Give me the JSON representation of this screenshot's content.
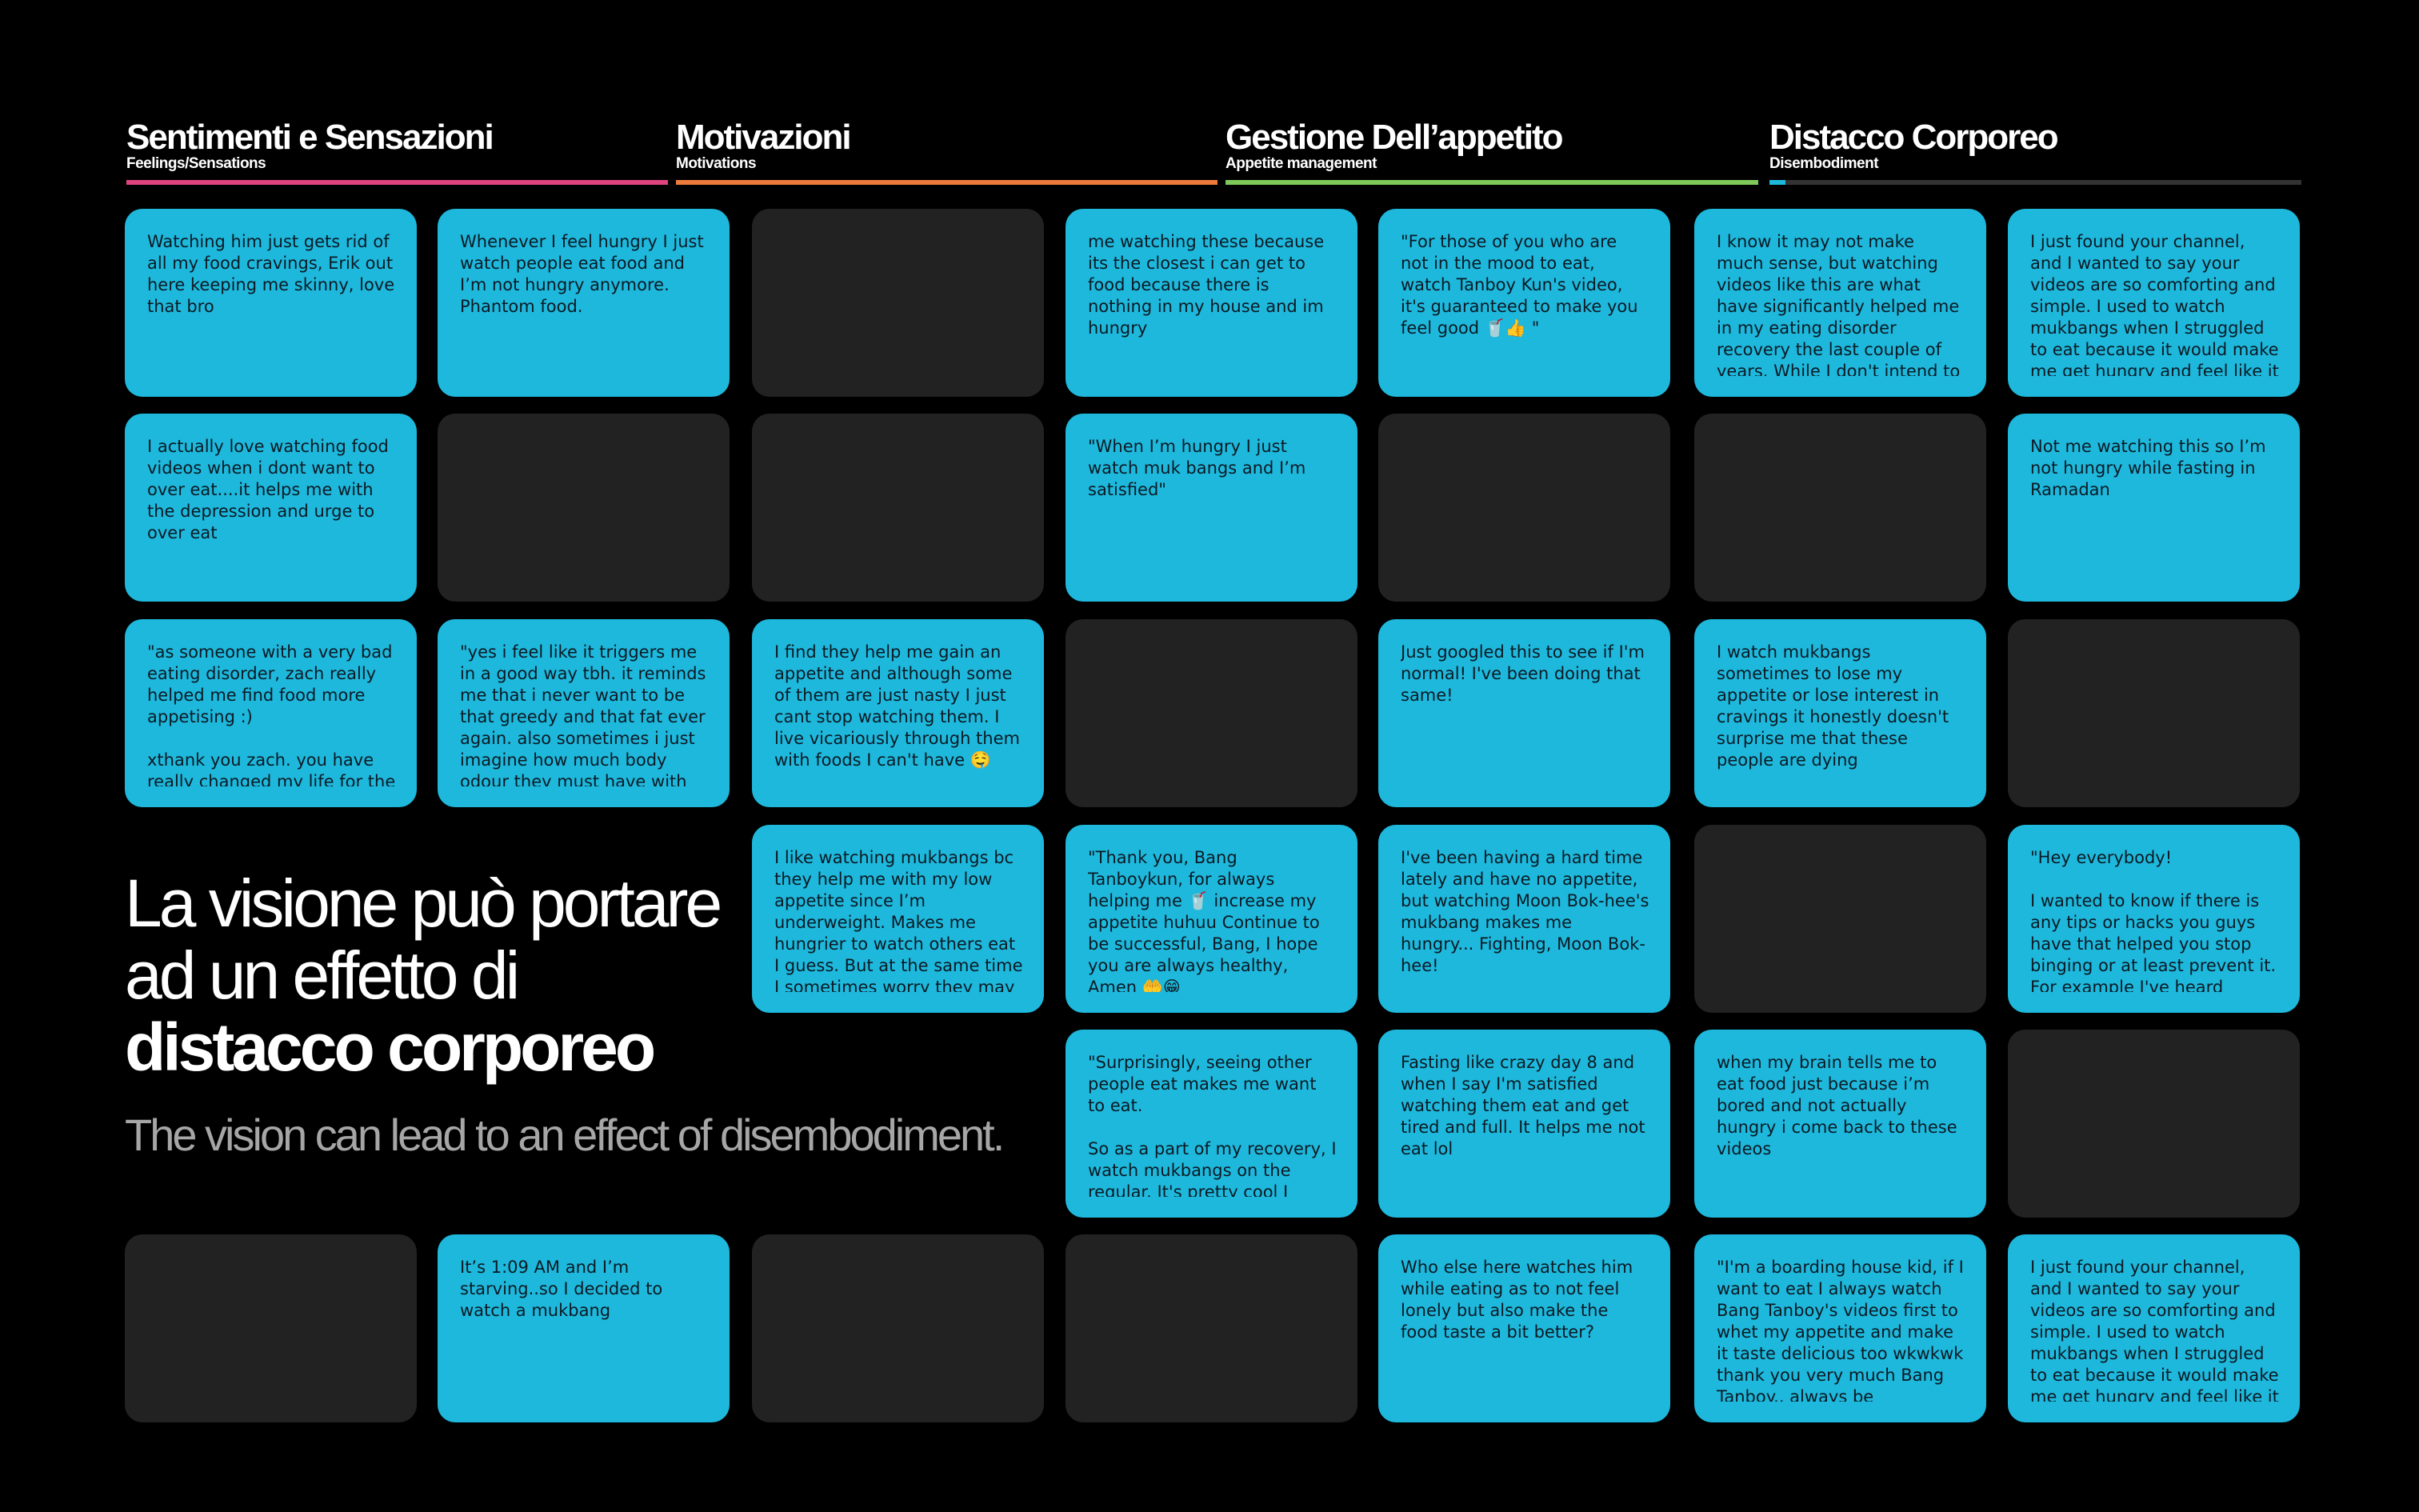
{
  "categories": [
    {
      "title": "Sentimenti e Sensazioni",
      "subtitle": "Feelings/Sensations",
      "color": "#e0447f"
    },
    {
      "title": "Motivazioni",
      "subtitle": "Motivations",
      "color": "#ee7a3c"
    },
    {
      "title": "Gestione Dell’appetito",
      "subtitle": "Appetite management",
      "color": "#7ec95a"
    },
    {
      "title": "Distacco Corporeo",
      "subtitle": "Disembodiment",
      "color": "#1eb8dc"
    }
  ],
  "colors": {
    "card": "#1eb8dc",
    "empty": "#222222",
    "background": "#000000",
    "track": "#333333"
  },
  "headline": {
    "line1": "La visione può portare",
    "line2": "ad un effetto di",
    "line3": "distacco corporeo",
    "subline": "The vision can lead to an effect of disembodiment."
  },
  "cards": {
    "r1c1": "Watching him just gets rid of all my food cravings, Erik out here keeping me skinny, love that bro",
    "r1c2": "Whenever I feel hungry I just watch people eat food and I’m not hungry anymore. Phantom food.",
    "r1c4": "me watching these because its the closest i can get to food because there is nothing in my house and im hungry",
    "r1c5": "\"For those of you who are not in the mood to eat, watch Tanboy Kun's video, it's guaranteed to make you feel good 🥤👍 \"",
    "r1c6": "I know it may not make much sense, but watching videos like this are what have significantly helped me in my eating disorder recovery the last couple of years. While I don't intend to eat this much",
    "r1c7": "I just found your channel, and I wanted to say your videos are so comforting and simple. I used to watch mukbangs when I struggled to eat because it would make me get hungry and feel like it was",
    "r2c1": "I actually love watching food videos when i dont want to over eat....it helps me with the depression and urge to over eat",
    "r2c4": "\"When I’m hungry I just watch muk bangs and I’m satisfied\"",
    "r2c7": "Not me watching this so I’m not hungry while fasting in Ramadan",
    "r3c1": "\"as someone with a very bad eating disorder, zach really helped me find food more appetising :)\n\nxthank you zach. you have really changed my life for the",
    "r3c2": "\"yes i feel like it triggers me in a good way tbh. it reminds me that i never want to be that greedy and that fat ever again. also sometimes i just imagine how much body odour they must have with all",
    "r3c3": "I find they help me gain an appetite and although some of them are just nasty I just cant stop watching them. I live vicariously through them with foods I can't have 🤤",
    "r3c5": "Just googled this to see if I'm normal! I've been doing that same!",
    "r3c6": "I watch mukbangs sometimes to lose my appetite or lose interest in cravings it honestly doesn't surprise me that these people are dying",
    "r4c3": "I like watching mukbangs bc they help me with my low appetite since I’m underweight. Makes me hungrier to watch others eat I guess. But at the same time I sometimes worry they may",
    "r4c4": "\"Thank you, Bang Tanboykun, for always helping me 🥤 increase my appetite huhuu Continue to be successful, Bang, I hope you are always healthy, Amen 🤲😁",
    "r4c5": "I've been having a hard time lately and have no appetite, but watching Moon Bok-hee's mukbang makes me hungry... Fighting, Moon Bok-hee!",
    "r4c7": "\"Hey everybody!\n\nI wanted to know if there is any tips or hacks you guys have that helped you stop binging or at least prevent it. For example I've heard people",
    "r5c4": "\"Surprisingly, seeing other people eat makes me want to eat.\n\nSo as a part of my recovery, I watch mukbangs on the regular. It's pretty cool I",
    "r5c5": "Fasting like crazy day 8 and when I say I'm satisfied watching them eat and get tired and full. It helps me not eat lol",
    "r5c6": "when my brain tells me to eat food just because i’m bored and not actually hungry i come back to these videos",
    "r6c2": "It’s 1:09 AM and I’m starving..so I decided to watch a mukbang",
    "r6c5": "Who else here watches him while eating as to not feel lonely but also make the food taste a bit better?",
    "r6c6": "\"I'm a boarding house kid, if I want to eat I always watch Bang Tanboy's videos first to whet my appetite and make it taste delicious too wkwkwk thank you very much Bang Tanboy.. always be",
    "r6c7": "I just found your channel, and I wanted to say your videos are so comforting and simple. I used to watch mukbangs when I struggled to eat because it would make me get hungry and feel like it was"
  }
}
